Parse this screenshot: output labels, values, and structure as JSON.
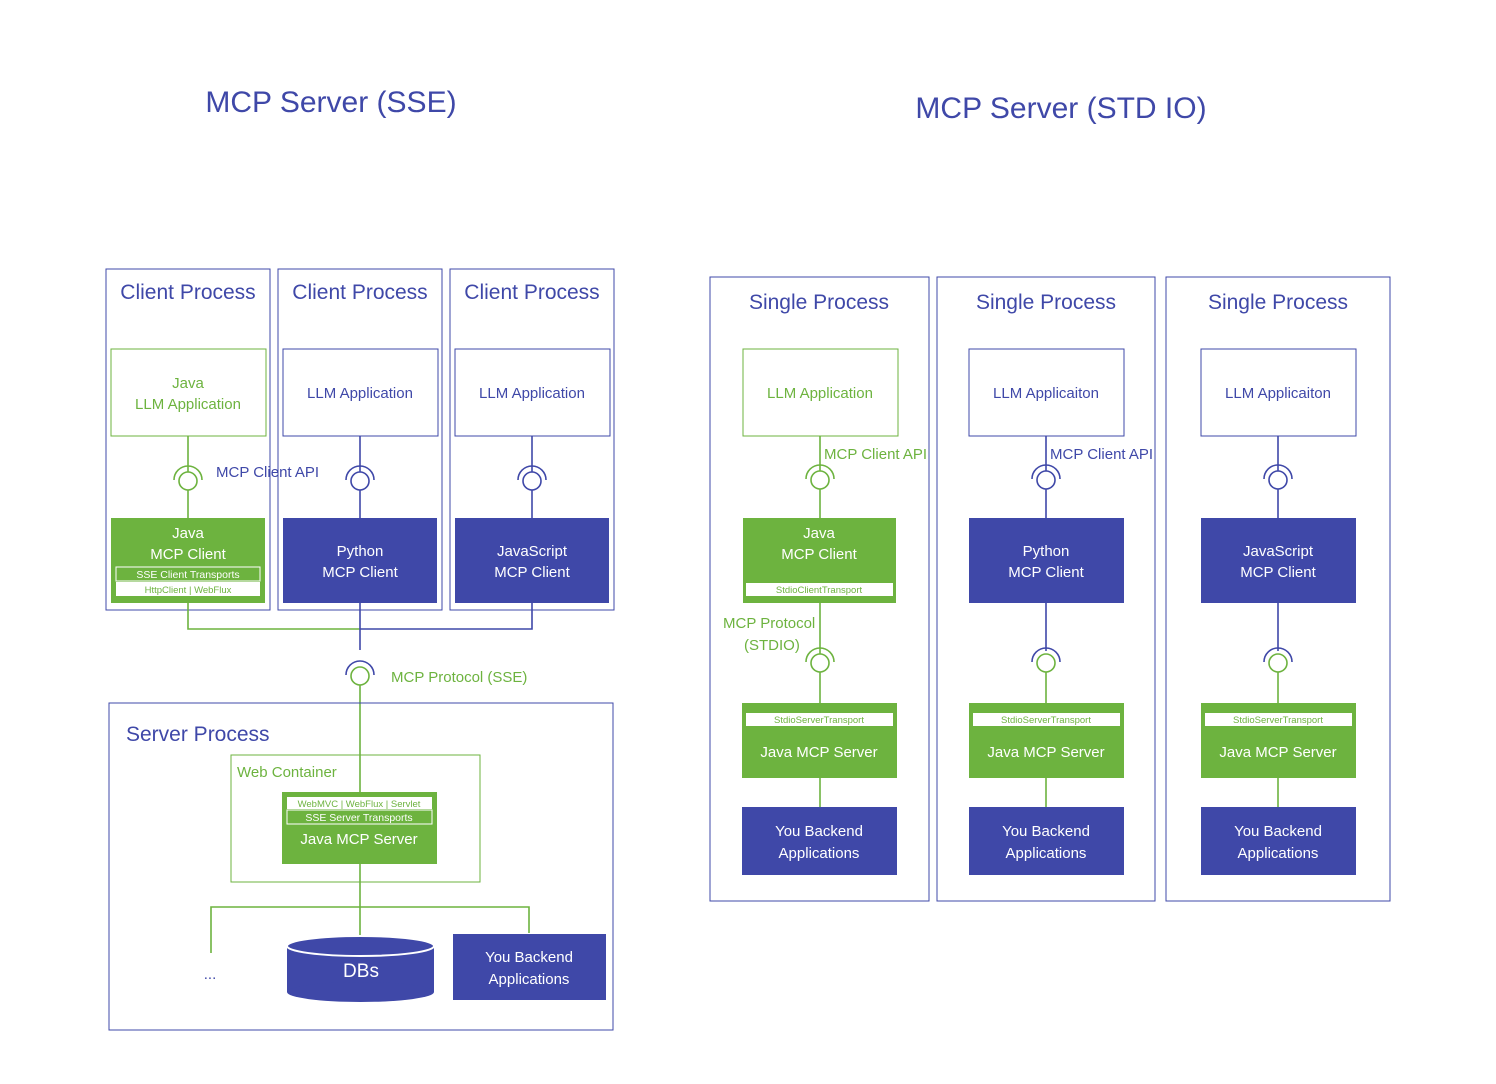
{
  "colors": {
    "blue": "#3f48a8",
    "green": "#6db33f",
    "white": "#ffffff"
  },
  "sse": {
    "title": "MCP Server (SSE)",
    "client_process_label": "Client Process",
    "java_app": [
      "Java",
      "LLM Application"
    ],
    "llm_app": "LLM Application",
    "client_api": "MCP Client API",
    "java_client": [
      "Java",
      "MCP Client"
    ],
    "java_client_transports": "SSE Client Transports",
    "java_client_http": "HttpClient | WebFlux",
    "python_client": [
      "Python",
      "MCP Client"
    ],
    "js_client": [
      "JavaScript",
      "MCP Client"
    ],
    "protocol": "MCP Protocol (SSE)",
    "server_process": "Server Process",
    "web_container": "Web Container",
    "server_frameworks": "WebMVC | WebFlux | Servlet",
    "server_transports": "SSE Server Transports",
    "server_name": "Java MCP Server",
    "ellipsis": "...",
    "dbs": "DBs",
    "backend": [
      "You Backend",
      "Applications"
    ]
  },
  "stdio": {
    "title": "MCP Server (STD IO)",
    "single_process": "Single Process",
    "llm_app_java": "LLM Application",
    "llm_app_other": "LLM Applicaiton",
    "client_api": "MCP Client API",
    "java_client": [
      "Java",
      "MCP Client"
    ],
    "client_transport": "StdioClientTransport",
    "python_client": [
      "Python",
      "MCP Client"
    ],
    "js_client": [
      "JavaScript",
      "MCP Client"
    ],
    "protocol": [
      "MCP Protocol",
      "(STDIO)"
    ],
    "server_transport": "StdioServerTransport",
    "server_name": "Java MCP Server",
    "backend": [
      "You Backend",
      "Applications"
    ]
  }
}
